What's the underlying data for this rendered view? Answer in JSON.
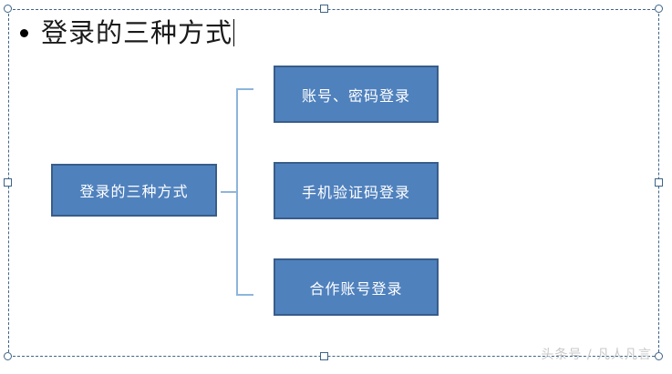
{
  "slide": {
    "title": "登录的三种方式",
    "bullet_glyph": "•",
    "has_text_caret": true,
    "watermark": "头条号 / 凡人凡言",
    "background_color": "#ffffff"
  },
  "selection": {
    "border_color": "#3e6488",
    "handle_fill": "#ffffff",
    "handles": [
      {
        "name": "handle-top-left",
        "shape": "circle"
      },
      {
        "name": "handle-top-center",
        "shape": "square"
      },
      {
        "name": "handle-top-right",
        "shape": "circle"
      },
      {
        "name": "handle-middle-left",
        "shape": "square"
      },
      {
        "name": "handle-middle-right",
        "shape": "square"
      },
      {
        "name": "handle-bottom-left",
        "shape": "circle"
      },
      {
        "name": "handle-bottom-center",
        "shape": "square"
      },
      {
        "name": "handle-bottom-right",
        "shape": "circle"
      }
    ]
  },
  "diagram": {
    "type": "hierarchy-bracket",
    "fill_color": "#4f81bd",
    "border_color": "#385d8a",
    "text_color": "#ffffff",
    "root": {
      "label": "登录的三种方式"
    },
    "children": [
      {
        "label": "账号、密码登录"
      },
      {
        "label": "手机验证码登录"
      },
      {
        "label": "合作账号登录"
      }
    ],
    "connector": {
      "style": "bracket",
      "color": "#8eb4dd"
    }
  }
}
